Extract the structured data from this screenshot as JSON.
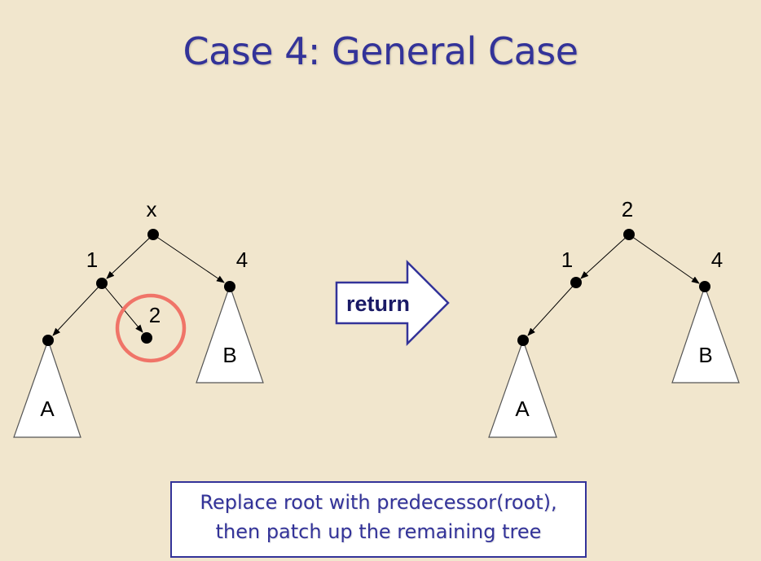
{
  "title": "Case 4: General Case",
  "colors": {
    "background": "#f1e6cd",
    "title": "#333399",
    "highlight_circle": "#f07468",
    "arrow_border": "#333399",
    "node": "#000000"
  },
  "left_tree": {
    "root_label": "x",
    "left_child_label": "1",
    "right_child_label": "4",
    "highlighted_node_label": "2",
    "left_subtree_label": "A",
    "right_subtree_label": "B"
  },
  "transition_arrow": {
    "label": "return"
  },
  "right_tree": {
    "root_label": "2",
    "left_child_label": "1",
    "right_child_label": "4",
    "left_subtree_label": "A",
    "right_subtree_label": "B"
  },
  "caption": {
    "line1": "Replace root with predecessor(root),",
    "line2": "then patch up the remaining tree"
  }
}
